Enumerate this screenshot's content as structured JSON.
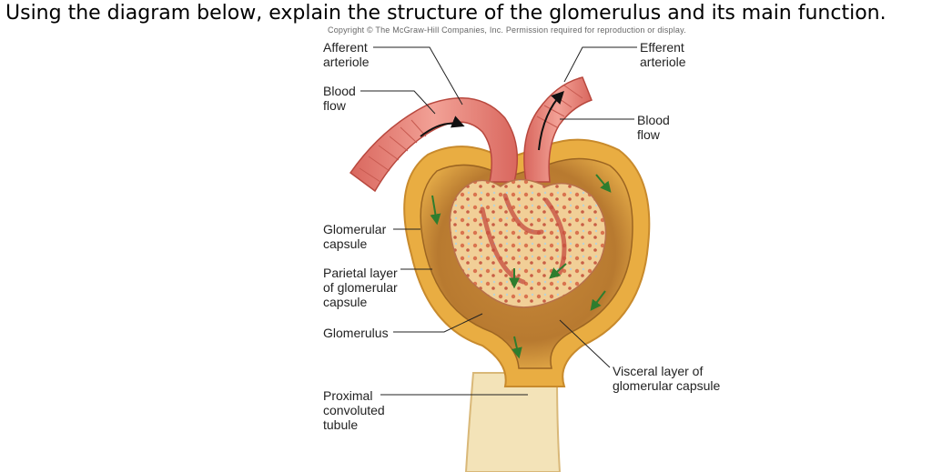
{
  "question": "Using the diagram below, explain the structure of the glomerulus and its main function.",
  "figure": {
    "copyright": "Copyright © The McGraw-Hill Companies, Inc. Permission required for reproduction or display.",
    "labels": {
      "afferent_arteriole": "Afferent\narteriole",
      "blood_flow_left": "Blood\nflow",
      "efferent_arteriole": "Efferent\narteriole",
      "blood_flow_right": "Blood\nflow",
      "glomerular_capsule": "Glomerular\ncapsule",
      "parietal_layer": "Parietal layer\nof glomerular\ncapsule",
      "glomerulus": "Glomerulus",
      "visceral_layer": "Visceral layer of\nglomerular capsule",
      "proximal_tubule": "Proximal\nconvoluted\ntubule"
    },
    "colors": {
      "capsule_outer": "#e8a93c",
      "capsule_inner": "#b57a32",
      "arteriole": "#e98a80",
      "capillary_tuft": "#f0c68a",
      "flow_arrows": "#2e7d2e",
      "tubule": "#f3e3b8"
    }
  }
}
